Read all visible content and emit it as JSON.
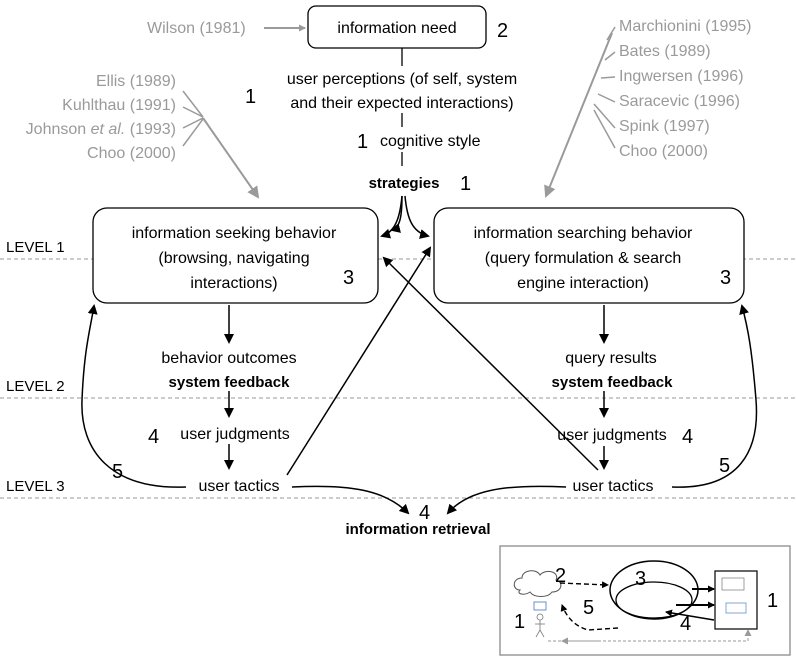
{
  "title_box": {
    "label": "information need",
    "number": "2"
  },
  "wilson_cite": "Wilson (1981)",
  "perceptions": {
    "line1": "user perceptions (of self, system",
    "line2": "and their expected interactions)",
    "number": "1"
  },
  "cognitive": {
    "label": "cognitive style",
    "number": "1"
  },
  "strategies": {
    "label": "strategies",
    "number": "1"
  },
  "left_citations": [
    {
      "text": "Ellis (1989)"
    },
    {
      "text": "Kuhlthau (1991)"
    },
    {
      "pre": "Johnson ",
      "italic": "et al.",
      "post": " 1993)"
    },
    {
      "text": "Choo (2000)"
    }
  ],
  "right_citations": [
    "Marchionini (1995)",
    "Bates (1989)",
    "Ingwersen (1996)",
    "Saracevic (1996)",
    "Spink (1997)",
    "Choo (2000)"
  ],
  "levels": [
    "LEVEL 1",
    "LEVEL 2",
    "LEVEL 3"
  ],
  "seeking_box": {
    "line1": "information seeking behavior",
    "line2": "(browsing, navigating",
    "line3": "interactions)",
    "number": "3"
  },
  "searching_box": {
    "line1": "information searching behavior",
    "line2": "(query formulation & search",
    "line3": "engine interaction)",
    "number": "3"
  },
  "left_column": {
    "outcomes": "behavior outcomes",
    "feedback": "system feedback",
    "judgments": "user judgments",
    "judgments_number": "4",
    "tactics": "user tactics",
    "loop_number": "5"
  },
  "right_column": {
    "outcomes": "query results",
    "feedback": "system feedback",
    "judgments": "user judgments",
    "judgments_number": "4",
    "tactics": "user tactics",
    "loop_number": "5"
  },
  "retrieval": {
    "label": "information retrieval",
    "number": "4"
  },
  "inset_numbers": {
    "n1_left": "1",
    "n2": "2",
    "n3": "3",
    "n1_right": "1",
    "n4": "4",
    "n5": "5"
  }
}
